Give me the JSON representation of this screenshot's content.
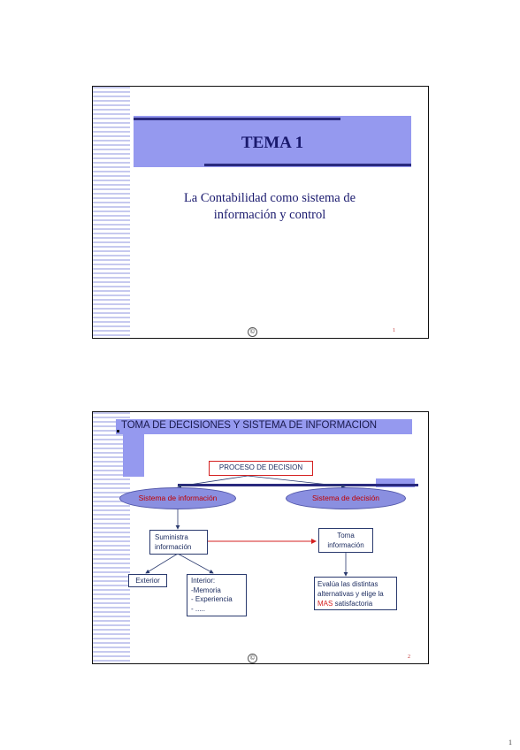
{
  "slide1": {
    "title": "TEMA 1",
    "subtitle_line1": "La Contabilidad como sistema de",
    "subtitle_line2": "información y control",
    "footer_icon": "©",
    "page_number": "1"
  },
  "slide2": {
    "title": "TOMA DE DECISIONES Y SISTEMA DE INFORMACION",
    "proceso": "PROCESO DE DECISION",
    "sistema_info": "Sistema de información",
    "sistema_decision": "Sistema de decisión",
    "suministra_line1": "Suministra",
    "suministra_line2": "información",
    "toma_line1": "Toma",
    "toma_line2": "información",
    "exterior": "Exterior",
    "interior_line1": "Interior:",
    "interior_line2": "-Memoria",
    "interior_line3": "- Experiencia",
    "interior_line4": "- .....",
    "evalua_line1": "Evalúa las distintas",
    "evalua_line2": "alternativas y elige la",
    "evalua_mas": "MAS",
    "evalua_rest": " satisfactoria",
    "footer_icon": "©",
    "page_number": "2"
  },
  "page_corner_number": "1",
  "colors": {
    "accent": "#9599ef",
    "dark_bar": "#2a2a7e",
    "red": "#d42020"
  }
}
